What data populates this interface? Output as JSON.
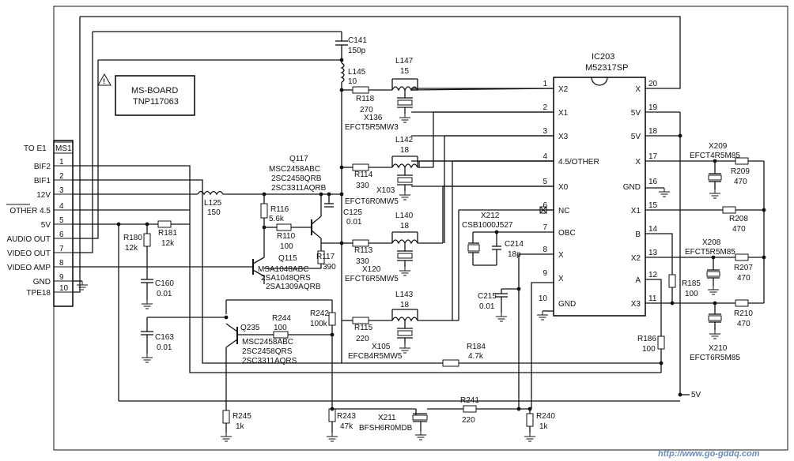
{
  "ic": {
    "ref": "IC203",
    "part": "M52317SP",
    "left_pins": [
      {
        "num": "1",
        "name": "X2"
      },
      {
        "num": "2",
        "name": "X1"
      },
      {
        "num": "3",
        "name": "X3"
      },
      {
        "num": "4",
        "name": "4.5/OTHER"
      },
      {
        "num": "5",
        "name": "X0"
      },
      {
        "num": "6",
        "name": "NC"
      },
      {
        "num": "7",
        "name": "OBC"
      },
      {
        "num": "8",
        "name": "X"
      },
      {
        "num": "9",
        "name": "X"
      },
      {
        "num": "10",
        "name": "GND"
      }
    ],
    "right_pins": [
      {
        "num": "20",
        "name": "X"
      },
      {
        "num": "19",
        "name": "5V"
      },
      {
        "num": "18",
        "name": "5V"
      },
      {
        "num": "17",
        "name": "X"
      },
      {
        "num": "16",
        "name": "GND"
      },
      {
        "num": "15",
        "name": "X1"
      },
      {
        "num": "14",
        "name": "B"
      },
      {
        "num": "13",
        "name": "X2"
      },
      {
        "num": "12",
        "name": "A"
      },
      {
        "num": "11",
        "name": "X3"
      }
    ]
  },
  "board": {
    "line1": "MS-BOARD",
    "line2": "TNP117063",
    "warning": "!"
  },
  "connector": {
    "ref": "MS1",
    "title": "TO E1",
    "pins": [
      {
        "num": "1",
        "label": "BIF2"
      },
      {
        "num": "2",
        "label": "BIF1"
      },
      {
        "num": "3",
        "label": "12V"
      },
      {
        "num": "4",
        "label": "OTHER 4.5"
      },
      {
        "num": "5",
        "label": "5V"
      },
      {
        "num": "6",
        "label": "AUDIO OUT"
      },
      {
        "num": "7",
        "label": "VIDEO OUT"
      },
      {
        "num": "8",
        "label": "VIDEO AMP"
      },
      {
        "num": "9",
        "label": "GND"
      },
      {
        "num": "10",
        "label": "TPE18"
      }
    ]
  },
  "parts": {
    "c141": [
      "C141",
      "150p"
    ],
    "l145": [
      "L145",
      "10"
    ],
    "l147": [
      "L147",
      "15"
    ],
    "r118": [
      "R118",
      "270"
    ],
    "x136": [
      "X136",
      "EFCT5R5MW3"
    ],
    "l142": [
      "L142",
      "18"
    ],
    "r114": [
      "R114",
      "330"
    ],
    "x103": [
      "X103",
      "EFCT6R0MW5"
    ],
    "c125": [
      "C125",
      "0.01"
    ],
    "l140": [
      "L140",
      "18"
    ],
    "r113": [
      "R113",
      "330"
    ],
    "x120": [
      "X120",
      "EFCT6R5MW5"
    ],
    "l143": [
      "L143",
      "18"
    ],
    "r115": [
      "R115",
      "220"
    ],
    "x105": [
      "X105",
      "EFCB4R5MW5"
    ],
    "q117": [
      "Q117",
      "MSC2458ABC",
      "2SC2458QRB",
      "2SC3311AQRB"
    ],
    "r116": [
      "R116",
      "5.6k"
    ],
    "r110": [
      "R110",
      "100"
    ],
    "r117": [
      "R117",
      "390"
    ],
    "q115": [
      "Q115",
      "MSA1048ABC",
      "2SA1048QRS",
      "2SA1309AQRB"
    ],
    "l125": [
      "L125",
      "150"
    ],
    "r180": [
      "R180",
      "12k"
    ],
    "r181": [
      "R181",
      "12k"
    ],
    "c160": [
      "C160",
      "0.01"
    ],
    "c163": [
      "C163",
      "0.01"
    ],
    "q235": [
      "Q235",
      "MSC2458ABC",
      "2SC2458QRS",
      "2SC3311AQRS"
    ],
    "r244": [
      "R244",
      "100"
    ],
    "r242": [
      "R242",
      "100k"
    ],
    "r245": [
      "R245",
      "1k"
    ],
    "r243": [
      "R243",
      "47k"
    ],
    "x211": [
      "X211",
      "BFSH6R0MDB"
    ],
    "r241": [
      "R241",
      "220"
    ],
    "r240": [
      "R240",
      "1k"
    ],
    "r184": [
      "R184",
      "4.7k"
    ],
    "x212": [
      "X212",
      "CSB1000J527"
    ],
    "c214": [
      "C214",
      "18p"
    ],
    "c215": [
      "C215",
      "0.01"
    ],
    "x209": [
      "X209",
      "EFCT4R5M85"
    ],
    "r209": [
      "R209",
      "470"
    ],
    "r208": [
      "R208",
      "470"
    ],
    "x208": [
      "X208",
      "EFCT5R5M85"
    ],
    "r207": [
      "R207",
      "470"
    ],
    "r185": [
      "R185",
      "100"
    ],
    "r210": [
      "R210",
      "470"
    ],
    "x210": [
      "X210",
      "EFCT6R5M85"
    ],
    "r186": [
      "R186",
      "100"
    ]
  },
  "supply_label": "5V",
  "watermark": "http://www.go-gddq.com"
}
